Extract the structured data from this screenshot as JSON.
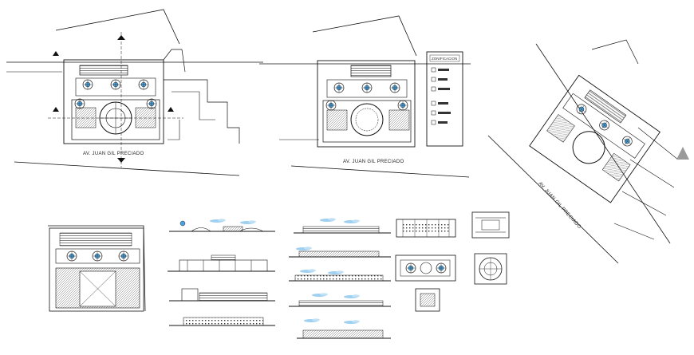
{
  "drawing": {
    "street_label_1": "AV. JUAN GIL PRECIADO",
    "street_label_2": "AV. JUAN GIL PRECIADO",
    "street_label_3": "AV. JUAN GIL PRECIADO",
    "legend_title": "ZONIFICACION",
    "line_color": "#111111",
    "accent_color": "#4aa3df",
    "north_arrow_color": "#9a9a9a"
  }
}
